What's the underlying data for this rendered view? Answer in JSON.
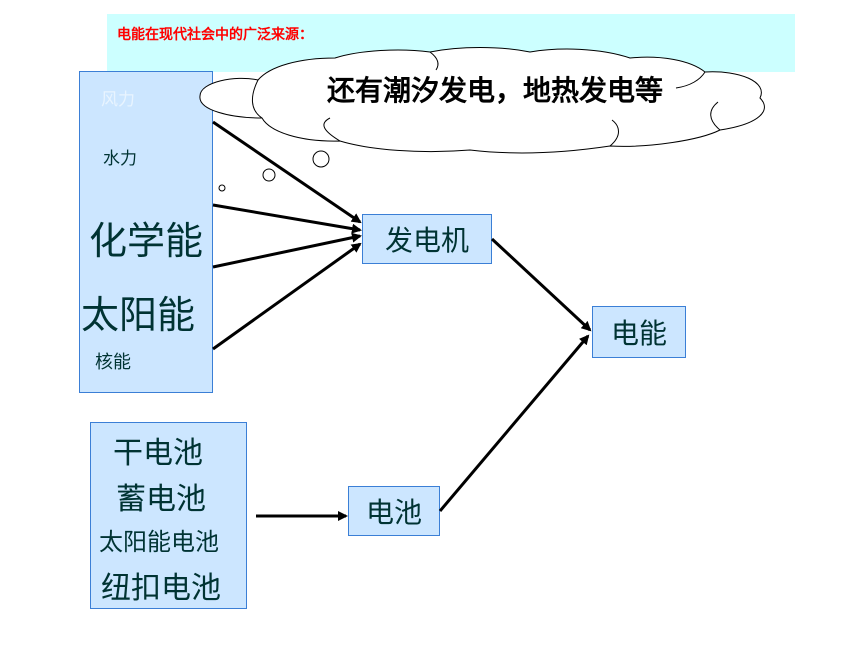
{
  "title": "电能在现代社会中的广泛来源：",
  "cloud_text": "还有潮汐发电，地热发电等",
  "sources": {
    "items": [
      "风力",
      "水力",
      "化学能",
      "太阳能",
      "核能"
    ]
  },
  "batteries": {
    "items": [
      "干电池",
      "蓄电池",
      "太阳能电池",
      "纽扣电池"
    ]
  },
  "generator": "发电机",
  "battery": "电池",
  "electric_energy": "电能",
  "colors": {
    "title_bg": "#ccffff",
    "title_text": "#ff0000",
    "box_fill": "#cce6ff",
    "box_border": "#3b7fd6",
    "label_text": "#003333"
  }
}
